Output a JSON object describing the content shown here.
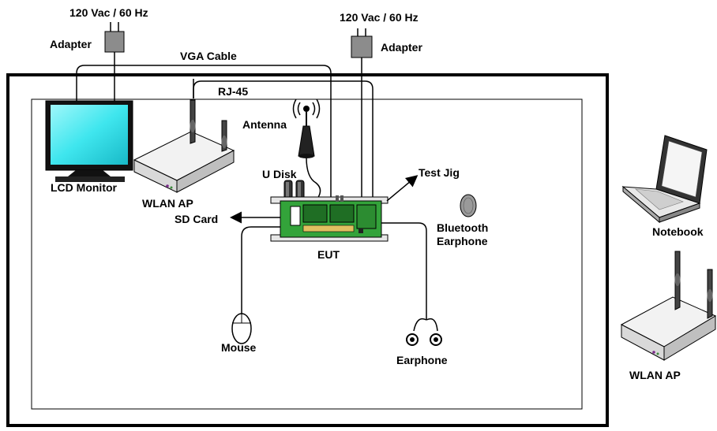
{
  "labels": {
    "power_left": "120 Vac / 60 Hz",
    "power_right": "120 Vac / 60 Hz",
    "adapter_left": "Adapter",
    "adapter_right": "Adapter",
    "vga_cable": "VGA Cable",
    "rj45": "RJ-45",
    "antenna": "Antenna",
    "lcd_monitor": "LCD Monitor",
    "wlan_ap_inside": "WLAN AP",
    "u_disk": "U Disk",
    "test_jig": "Test Jig",
    "sd_card": "SD Card",
    "bluetooth_line1": "Bluetooth",
    "bluetooth_line2": "Earphone",
    "eut": "EUT",
    "notebook": "Notebook",
    "mouse": "Mouse",
    "earphone": "Earphone",
    "wlan_ap_outside": "WLAN AP"
  },
  "colors": {
    "screen": "#3fe6ee",
    "pcb": "#33a33a",
    "ap_body": "#f2f2f2",
    "adapter": "#8c8c8c"
  }
}
